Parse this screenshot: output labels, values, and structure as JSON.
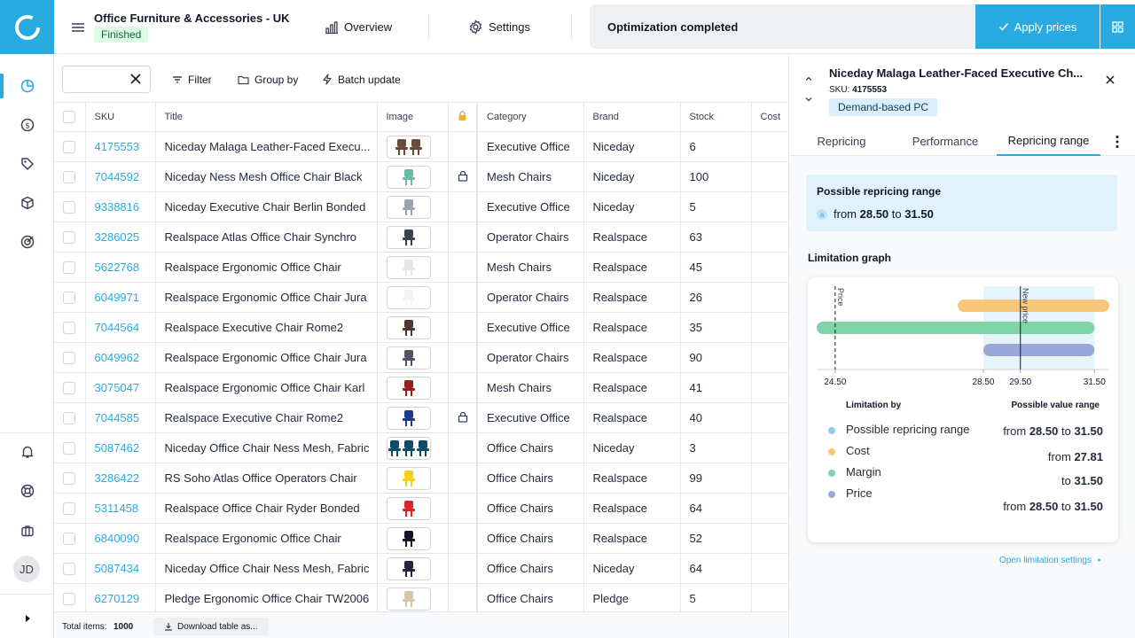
{
  "header": {
    "project_title": "Office Furniture & Accessories - UK",
    "status": "Finished",
    "overview_label": "Overview",
    "settings_label": "Settings",
    "optimization_message": "Optimization completed",
    "apply_label": "Apply prices"
  },
  "nav": {
    "avatar_initials": "JD"
  },
  "toolbar": {
    "filter_label": "Filter",
    "group_label": "Group by",
    "batch_label": "Batch update"
  },
  "table": {
    "columns": {
      "sku": "SKU",
      "title": "Title",
      "image": "Image",
      "category": "Category",
      "brand": "Brand",
      "stock": "Stock",
      "cost": "Cost"
    },
    "rows": [
      {
        "sku": "4175553",
        "title": "Niceday Malaga Leather-Faced Execu...",
        "category": "Executive Office",
        "brand": "Niceday",
        "stock": "6",
        "locked": false,
        "colors": [
          "#6b4a3a",
          "#6b4a3a"
        ]
      },
      {
        "sku": "7044592",
        "title": "Niceday Ness Mesh Office Chair Black",
        "category": "Mesh Chairs",
        "brand": "Niceday",
        "stock": "100",
        "locked": true,
        "colors": [
          "#6fb9a8"
        ]
      },
      {
        "sku": "9338816",
        "title": "Niceday Executive Chair Berlin Bonded",
        "category": "Executive Office",
        "brand": "Niceday",
        "stock": "5",
        "locked": false,
        "colors": [
          "#9ca3af"
        ]
      },
      {
        "sku": "3286025",
        "title": "Realspace Atlas Office Chair Synchro",
        "category": "Operator Chairs",
        "brand": "Realspace",
        "stock": "63",
        "locked": false,
        "colors": [
          "#374151"
        ]
      },
      {
        "sku": "5622768",
        "title": "Realspace Ergonomic Office Chair",
        "category": "Mesh Chairs",
        "brand": "Realspace",
        "stock": "45",
        "locked": false,
        "colors": [
          "#e5e7eb"
        ]
      },
      {
        "sku": "6049971",
        "title": "Realspace Ergonomic Office Chair Jura",
        "category": "Operator Chairs",
        "brand": "Realspace",
        "stock": "26",
        "locked": false,
        "colors": [
          "#f3f4f6"
        ]
      },
      {
        "sku": "7044564",
        "title": "Realspace Executive Chair Rome2",
        "category": "Executive Office",
        "brand": "Realspace",
        "stock": "35",
        "locked": false,
        "colors": [
          "#4b3a30"
        ]
      },
      {
        "sku": "6049962",
        "title": "Realspace Ergonomic Office Chair Jura",
        "category": "Operator Chairs",
        "brand": "Realspace",
        "stock": "90",
        "locked": false,
        "colors": [
          "#4b5563"
        ]
      },
      {
        "sku": "3075047",
        "title": "Realspace Ergonomic Office Chair Karl",
        "category": "Mesh Chairs",
        "brand": "Realspace",
        "stock": "41",
        "locked": false,
        "colors": [
          "#991b1b"
        ]
      },
      {
        "sku": "7044585",
        "title": "Realspace Executive Chair Rome2",
        "category": "Executive Office",
        "brand": "Realspace",
        "stock": "40",
        "locked": true,
        "colors": [
          "#1e3a8a"
        ]
      },
      {
        "sku": "5087462",
        "title": "Niceday Office Chair Ness Mesh, Fabric",
        "category": "Office Chairs",
        "brand": "Niceday",
        "stock": "3",
        "locked": false,
        "colors": [
          "#0f4c6b",
          "#0f4c6b",
          "#0f4c6b"
        ]
      },
      {
        "sku": "3286422",
        "title": "RS Soho Atlas Office Operators Chair",
        "category": "Office Chairs",
        "brand": "Realspace",
        "stock": "99",
        "locked": false,
        "colors": [
          "#facc15"
        ]
      },
      {
        "sku": "5311458",
        "title": "Realspace Office Chair Ryder Bonded",
        "category": "Office Chairs",
        "brand": "Realspace",
        "stock": "64",
        "locked": false,
        "colors": [
          "#dc2626"
        ]
      },
      {
        "sku": "6840090",
        "title": "Realspace Ergonomic Office Chair",
        "category": "Office Chairs",
        "brand": "Realspace",
        "stock": "52",
        "locked": false,
        "colors": [
          "#111827"
        ]
      },
      {
        "sku": "5087434",
        "title": "Niceday Office Chair Ness Mesh, Fabric",
        "category": "Office Chairs",
        "brand": "Niceday",
        "stock": "64",
        "locked": false,
        "colors": [
          "#1f2937"
        ]
      },
      {
        "sku": "6270129",
        "title": "Pledge Ergonomic Office Chair TW2006",
        "category": "Office Chairs",
        "brand": "Pledge",
        "stock": "5",
        "locked": false,
        "colors": [
          "#d6c7a8"
        ]
      }
    ]
  },
  "footer": {
    "total_label": "Total items:",
    "total_value": "1000",
    "download_label": "Download table as..."
  },
  "panel": {
    "title": "Niceday Malaga Leather-Faced Executive Ch...",
    "sku_label": "SKU:",
    "sku_value": "4175553",
    "badge": "Demand-based PC",
    "tabs": [
      "Repricing",
      "Performance",
      "Repricing range"
    ],
    "active_tab": "Repricing range",
    "range_title": "Possible repricing range",
    "range_marker": "a",
    "range_from_word": "from",
    "range_from": "28.50",
    "range_to_word": "to",
    "range_to": "31.50",
    "graph_title": "Limitation graph",
    "legend_header_left": "Limitation by",
    "legend_header_right": "Possible value range",
    "open_settings": "Open limitation settings"
  },
  "chart_data": {
    "type": "range-bar",
    "xlim": [
      24.0,
      31.9
    ],
    "ticks": [
      24.5,
      28.5,
      29.5,
      31.5
    ],
    "tick_labels": [
      "24.50",
      "28.50",
      "29.50",
      "31.50"
    ],
    "markers": [
      {
        "label": "Price",
        "x": 24.5,
        "style": "dashed"
      },
      {
        "label": "New price",
        "x": 29.5,
        "style": "solid"
      }
    ],
    "highlight_range": [
      28.5,
      31.5
    ],
    "series": [
      {
        "name": "Possible repricing range",
        "color": "#93cdea",
        "min": 28.5,
        "max": 31.5,
        "text_prefix": "from",
        "text_from": "28.50",
        "text_mid": "to",
        "text_to": "31.50",
        "bar": false
      },
      {
        "name": "Cost",
        "color": "#f8c77a",
        "min": 27.81,
        "max": null,
        "text_prefix": "from",
        "text_from": "27.81",
        "text_mid": "",
        "text_to": "",
        "bar": true
      },
      {
        "name": "Margin",
        "color": "#7fd4a8",
        "min": null,
        "max": 31.5,
        "text_prefix": "",
        "text_from": "",
        "text_mid": "to",
        "text_to": "31.50",
        "bar": true
      },
      {
        "name": "Price",
        "color": "#9aa8da",
        "min": 28.5,
        "max": 31.5,
        "text_prefix": "from",
        "text_from": "28.50",
        "text_mid": "to",
        "text_to": "31.50",
        "bar": true
      }
    ]
  }
}
